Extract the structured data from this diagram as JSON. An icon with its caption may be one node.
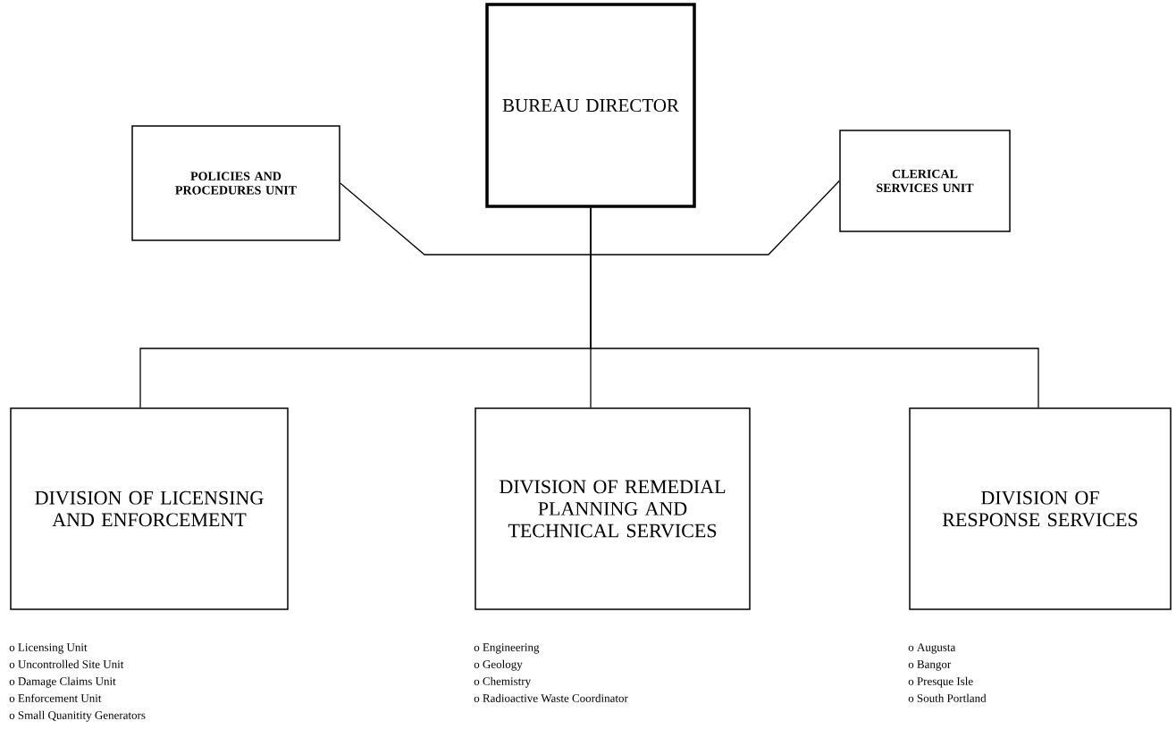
{
  "diagram": {
    "nodes": [
      {
        "text": [
          "BUREAU DIRECTOR"
        ]
      },
      {
        "text": [
          "POLICIES AND PROCEDURES UNIT"
        ]
      },
      {
        "text": [
          "CLERICAL SERVICES UNIT"
        ]
      },
      {
        "text": [
          "DIVISION OF LICENSING AND ENFORCEMENT"
        ],
        "beside": [
          "o Licensing Unit",
          "o Uncontrolled Site Unit",
          "o Damage Claims Unit",
          "o Enforcement Unit",
          "o Small Quanitity Generators"
        ]
      },
      {
        "text": [
          "DIVISION OF REMEDIAL PLANNING AND TECHNICAL SERVICES"
        ],
        "beside": [
          "o Engineering",
          "o Geology",
          "o Chemistry",
          "o Radioactive Waste Coordinator"
        ]
      },
      {
        "text": [
          "DIVISION OF RESPONSE SERVICES"
        ],
        "beside": [
          "o Augusta",
          "o Bangor",
          "o Presque Isle",
          "o South Portland"
        ]
      }
    ],
    "edges": [
      {
        "from": 0,
        "to": 1,
        "arrow": "none"
      },
      {
        "from": 0,
        "to": 2,
        "arrow": "none"
      },
      {
        "from": 0,
        "to": 3,
        "arrow": "none"
      },
      {
        "from": 0,
        "to": 4,
        "arrow": "none"
      },
      {
        "from": 0,
        "to": 5,
        "arrow": "none"
      }
    ]
  }
}
